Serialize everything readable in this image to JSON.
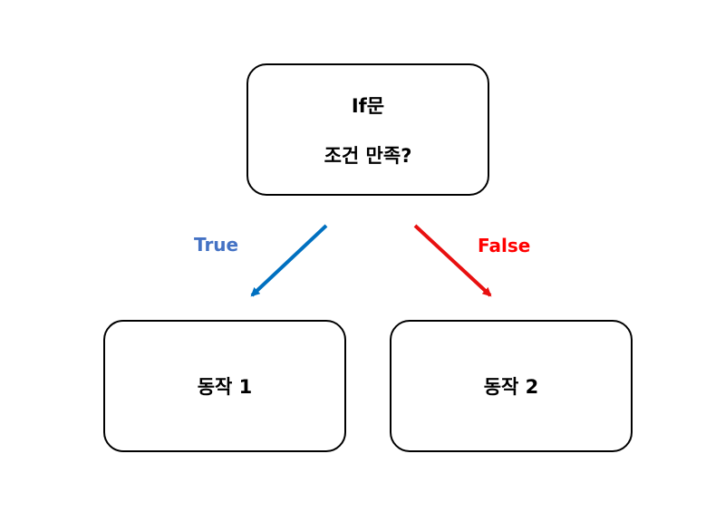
{
  "diagram": {
    "condition": {
      "line1": "If문",
      "line2": "조건 만족?"
    },
    "branches": {
      "true_label": "True",
      "false_label": "False"
    },
    "actions": {
      "action1": "동작 1",
      "action2": "동작 2"
    }
  },
  "colors": {
    "true_label": "#4472C4",
    "true_arrow": "#0070C0",
    "false_label": "#FF0000",
    "false_arrow": "#E81010",
    "border": "#000000"
  }
}
